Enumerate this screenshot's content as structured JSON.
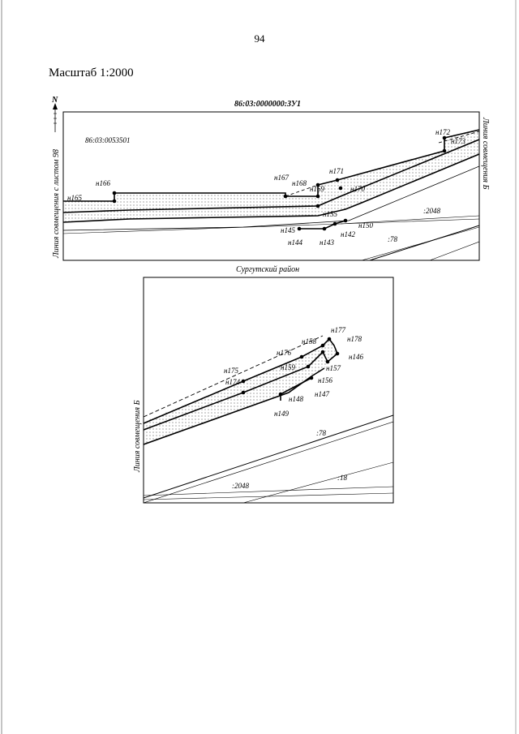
{
  "page": {
    "number": "94",
    "scale": "Масштаб 1:2000"
  },
  "map1": {
    "title": "86:03:0000000:ЗУ1",
    "quarter": "86:03:0053501",
    "bottom_caption": "Сургутский район",
    "left_side": "Линия совмещения с листом 98",
    "right_side": "Линия совмещения Б",
    "north": "N",
    "parcels": [
      ":2048",
      ":78"
    ],
    "points": {
      "n165": "н165",
      "n166": "н166",
      "n167": "н167",
      "n168": "н168",
      "n169": "н169",
      "n170": "н170",
      "n171": "н171",
      "n172": "н172",
      "n173": "н173",
      "n155": "н155",
      "n150": "н150",
      "n142": "н142",
      "n143": "н143",
      "n144": "н144",
      "n145": "н145"
    }
  },
  "map2": {
    "left_side": "Линия совмещения Б",
    "parcels": [
      ":78",
      ":2048",
      ":18"
    ],
    "points": {
      "n175": "н175",
      "n174": "н174",
      "n176": "н176",
      "n158": "н158",
      "n159": "н159",
      "n177": "н177",
      "n178": "н178",
      "n146": "н146",
      "n157": "н157",
      "n156": "н156",
      "n147": "н147",
      "n148": "н148",
      "n149": "н149"
    }
  }
}
